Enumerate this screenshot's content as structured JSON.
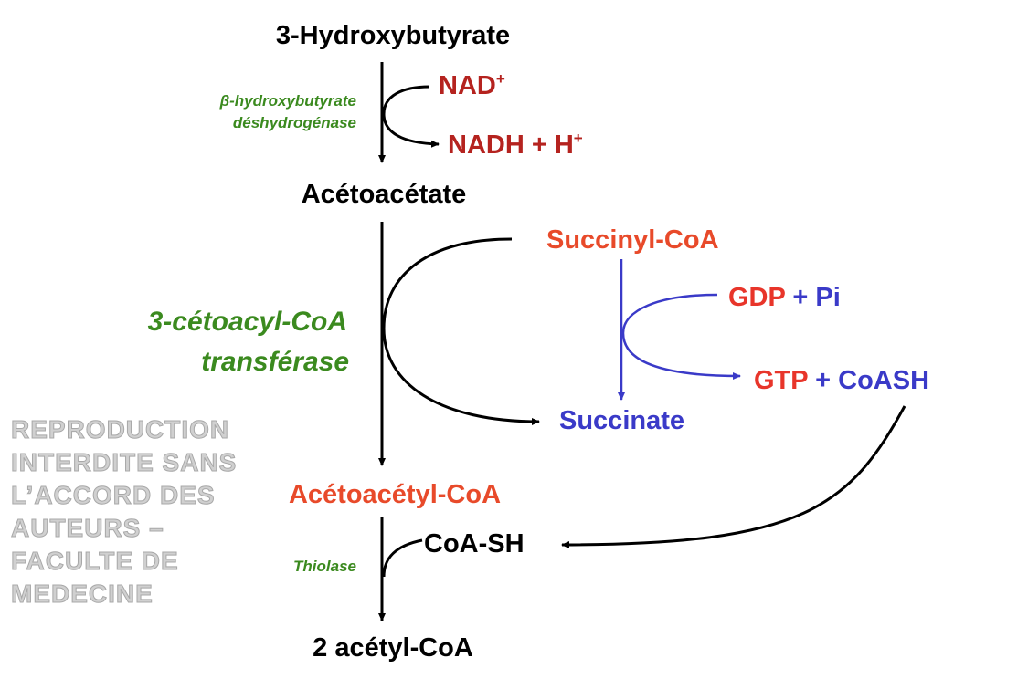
{
  "watermark": "REPRODUCTION INTERDITE SANS L’ACCORD DES AUTEURS – FACULTE DE MEDECINE",
  "colors": {
    "black": "#000000",
    "dark_red": "#b5231f",
    "orange": "#e84a2a",
    "red": "#e8352a",
    "blue": "#3a3ac8",
    "green": "#3b8a1f"
  },
  "metabolites": {
    "hydroxybutyrate": "3-Hydroxybutyrate",
    "acetoacetate": "Acétoacétate",
    "acetoacetyl_coa": "Acétoacétyl-CoA",
    "acetyl_coa": "2 acétyl-CoA"
  },
  "step1": {
    "enzyme_line1": "β-hydroxybutyrate",
    "enzyme_line2": "déshydrogénase",
    "cofactor_in": "NAD",
    "cofactor_in_sup": "+",
    "cofactor_out": "NADH + H",
    "cofactor_out_sup": "+"
  },
  "step2": {
    "enzyme_line1": "3-cétoacyl-CoA",
    "enzyme_line2": "transférase",
    "donor": "Succinyl-CoA",
    "product": "Succinate",
    "side_in_a": "GDP",
    "side_in_b": " + Pi",
    "side_out_a": "GTP",
    "side_out_b": " + CoASH"
  },
  "step3": {
    "enzyme": "Thiolase",
    "cofactor": "CoA-SH"
  }
}
